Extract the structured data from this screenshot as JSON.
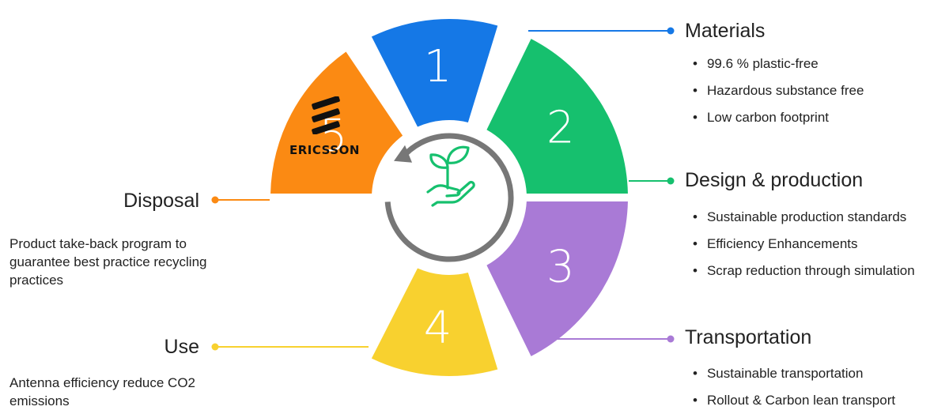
{
  "logo": {
    "name": "ERICSSON"
  },
  "center_icon": "plant-in-hand-icon",
  "colors": {
    "materials": "#1578e6",
    "design_production": "#16c06e",
    "transportation": "#a97ad6",
    "use": "#f8d12f",
    "disposal": "#fb8a13",
    "cycle_arrow": "#777777",
    "icon": "#16c06e"
  },
  "cycle": [
    {
      "number": "1",
      "stage": "Materials"
    },
    {
      "number": "2",
      "stage": "Design & production"
    },
    {
      "number": "3",
      "stage": "Transportation"
    },
    {
      "number": "4",
      "stage": "Use"
    },
    {
      "number": "5",
      "stage": "Disposal"
    }
  ],
  "materials": {
    "heading": "Materials",
    "bullets": [
      "99.6 % plastic-free",
      "Hazardous substance free",
      "Low carbon footprint"
    ]
  },
  "design": {
    "heading": "Design & production",
    "bullets": [
      "Sustainable production standards",
      "Efficiency Enhancements",
      "Scrap reduction through simulation"
    ]
  },
  "transport": {
    "heading": "Transportation",
    "bullets": [
      "Sustainable transportation",
      "Rollout & Carbon lean transport"
    ]
  },
  "disposal": {
    "heading": "Disposal",
    "text": "Product take-back program to guarantee best practice recycling practices"
  },
  "use": {
    "heading": "Use",
    "text": "Antenna efficiency reduce CO2 emissions"
  }
}
